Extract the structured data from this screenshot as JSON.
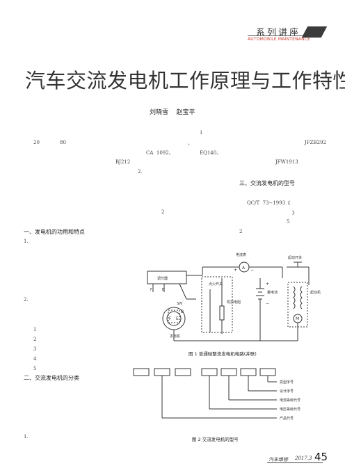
{
  "header": {
    "series": "系列讲座",
    "subtitle": "AUTOMOBILE MAINTENANCE"
  },
  "article": {
    "title": "汽车交流发电机工作原理与工作特性",
    "authors": "刘晓雪    赵宝平"
  },
  "left_column": {
    "fragments": {
      "n20": "20",
      "n80": "80",
      "ca1092": "CA  1092、",
      "eq140": "EQ140、",
      "bj212": "BJ212",
      "n2": "2.",
      "n1top": "1",
      "dot_a": "、",
      "jfzb292": "JFZB292",
      "jfw1913": "JFW1913"
    },
    "section1_heading": "一、发电机的功用和特点",
    "item_1": "1.",
    "item_2": "2.",
    "list_numbers": [
      "1",
      "2",
      "3",
      "4",
      "5"
    ],
    "section2_heading": "二、交流发电机的分类",
    "item_1b": "1."
  },
  "right_column": {
    "section3_heading": "三、交流发电机的型号",
    "standard": "QC/T  73−1993《",
    "n2a": "2",
    "bracket": "》",
    "n5": "5",
    "n2b": "2"
  },
  "figure1": {
    "caption": "图 1   普通硅整流发电机电路(并联)",
    "labels": {
      "ammeter": "电流表",
      "a_symbol": "A",
      "plus": "+",
      "minus": "−",
      "start_switch": "起动开关",
      "regulator": "调节器",
      "f": "F",
      "b": "B",
      "sw": "SW",
      "ignition_switch": "点火开关",
      "resistor": "附加电阻",
      "battery": "蓄电池",
      "starter": "起动机",
      "motor_m": "M",
      "generator": "发电机",
      "gen_f": "F",
      "gen_e": "E",
      "gen_b": "B"
    }
  },
  "figure2": {
    "caption": "图 2   交流发电机的型号",
    "legend": [
      "变型序号",
      "设计序号",
      "电流等级代号",
      "电压等级代号",
      "产品代号"
    ]
  },
  "footer": {
    "magazine": "汽车维修",
    "date": "2017.3",
    "page": "45"
  }
}
